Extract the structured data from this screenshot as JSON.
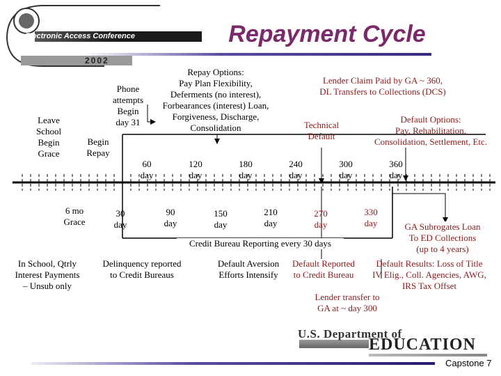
{
  "slide": {
    "title": "Repayment Cycle",
    "page_number": "Capstone  7"
  },
  "logo": {
    "conference_name": "Electronic Access Conference",
    "year": "2002"
  },
  "footer_logo": {
    "line1": "U.S. Department of",
    "line2": "EDUCATION"
  },
  "top_labels": {
    "leave_school": [
      "Leave",
      "School",
      "Begin",
      "Grace"
    ],
    "begin_repay": [
      "Begin",
      "Repay"
    ],
    "phone_attempts": [
      "Phone",
      "attempts",
      "Begin",
      "day 31"
    ],
    "repay_options": [
      "Repay Options:",
      "Pay Plan Flexibility,",
      "Deferments (no interest),",
      "Forbearances (interest) Loan,",
      "Forgiveness, Discharge,",
      "Consolidation"
    ],
    "lender_claim": [
      "Lender Claim Paid by GA ~ 360,",
      "DL Transfers to Collections (DCS)"
    ],
    "technical_default": [
      "Technical",
      "Default"
    ],
    "default_options": [
      "Default Options:",
      "Pay, Rehabilitation,",
      "Consolidation, Settlement, Etc."
    ]
  },
  "day_marks_top": [
    "60 day",
    "120 day",
    "180 day",
    "240 day",
    "300 day",
    "360 day"
  ],
  "day_marks_bottom": [
    "6 mo Grace",
    "30 day",
    "90 day",
    "150 day",
    "210 day",
    "270 day",
    "330 day"
  ],
  "bottom_labels": {
    "credit_bureau": "Credit Bureau Reporting every 30 days",
    "in_school": [
      "In School, Qtrly",
      "Interest Payments",
      "– Unsub only"
    ],
    "delinquency": [
      "Delinquency reported",
      "to Credit Bureaus"
    ],
    "default_aversion": [
      "Default Aversion",
      "Efforts Intensify"
    ],
    "default_reported": [
      "Default Reported",
      "to Credit Bureau"
    ],
    "default_results": [
      "Default Results:  Loss of Title",
      "IV Elig., Coll. Agencies, AWG,",
      "IRS Tax Offset"
    ],
    "ga_subrogates": [
      "GA Subrogates Loan",
      "To ED Collections",
      "(up to 4 years)"
    ],
    "lender_transfer": [
      "Lender transfer to",
      "GA at ~ day 300"
    ]
  },
  "colors": {
    "maroon": "#8b1a1a",
    "title": "#7a2a6a",
    "accent_bar": "#5a4aa0"
  }
}
